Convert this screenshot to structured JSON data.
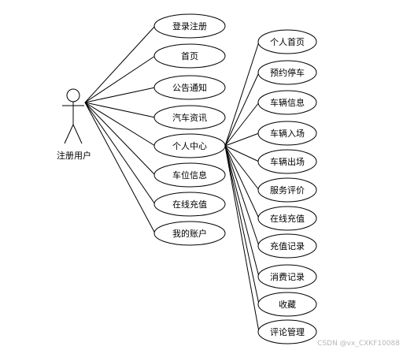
{
  "actor": {
    "label": "注册用户"
  },
  "primary_use_cases": [
    {
      "id": "login",
      "label": "登录注册"
    },
    {
      "id": "home",
      "label": "首页"
    },
    {
      "id": "notice",
      "label": "公告通知"
    },
    {
      "id": "news",
      "label": "汽车资讯"
    },
    {
      "id": "center",
      "label": "个人中心"
    },
    {
      "id": "space",
      "label": "车位信息"
    },
    {
      "id": "recharge",
      "label": "在线充值"
    },
    {
      "id": "account",
      "label": "我的账户"
    }
  ],
  "center_use_cases": [
    {
      "id": "c-home",
      "label": "个人首页"
    },
    {
      "id": "c-reserve",
      "label": "预约停车"
    },
    {
      "id": "c-vehicle",
      "label": "车辆信息"
    },
    {
      "id": "c-in",
      "label": "车辆入场"
    },
    {
      "id": "c-out",
      "label": "车辆出场"
    },
    {
      "id": "c-review",
      "label": "服务评价"
    },
    {
      "id": "c-recharge",
      "label": "在线充值"
    },
    {
      "id": "c-rec-log",
      "label": "充值记录"
    },
    {
      "id": "c-spend-log",
      "label": "消费记录"
    },
    {
      "id": "c-fav",
      "label": "收藏"
    },
    {
      "id": "c-comment",
      "label": "评论管理"
    }
  ],
  "watermark": "CSDN @vx_CXKF10088"
}
